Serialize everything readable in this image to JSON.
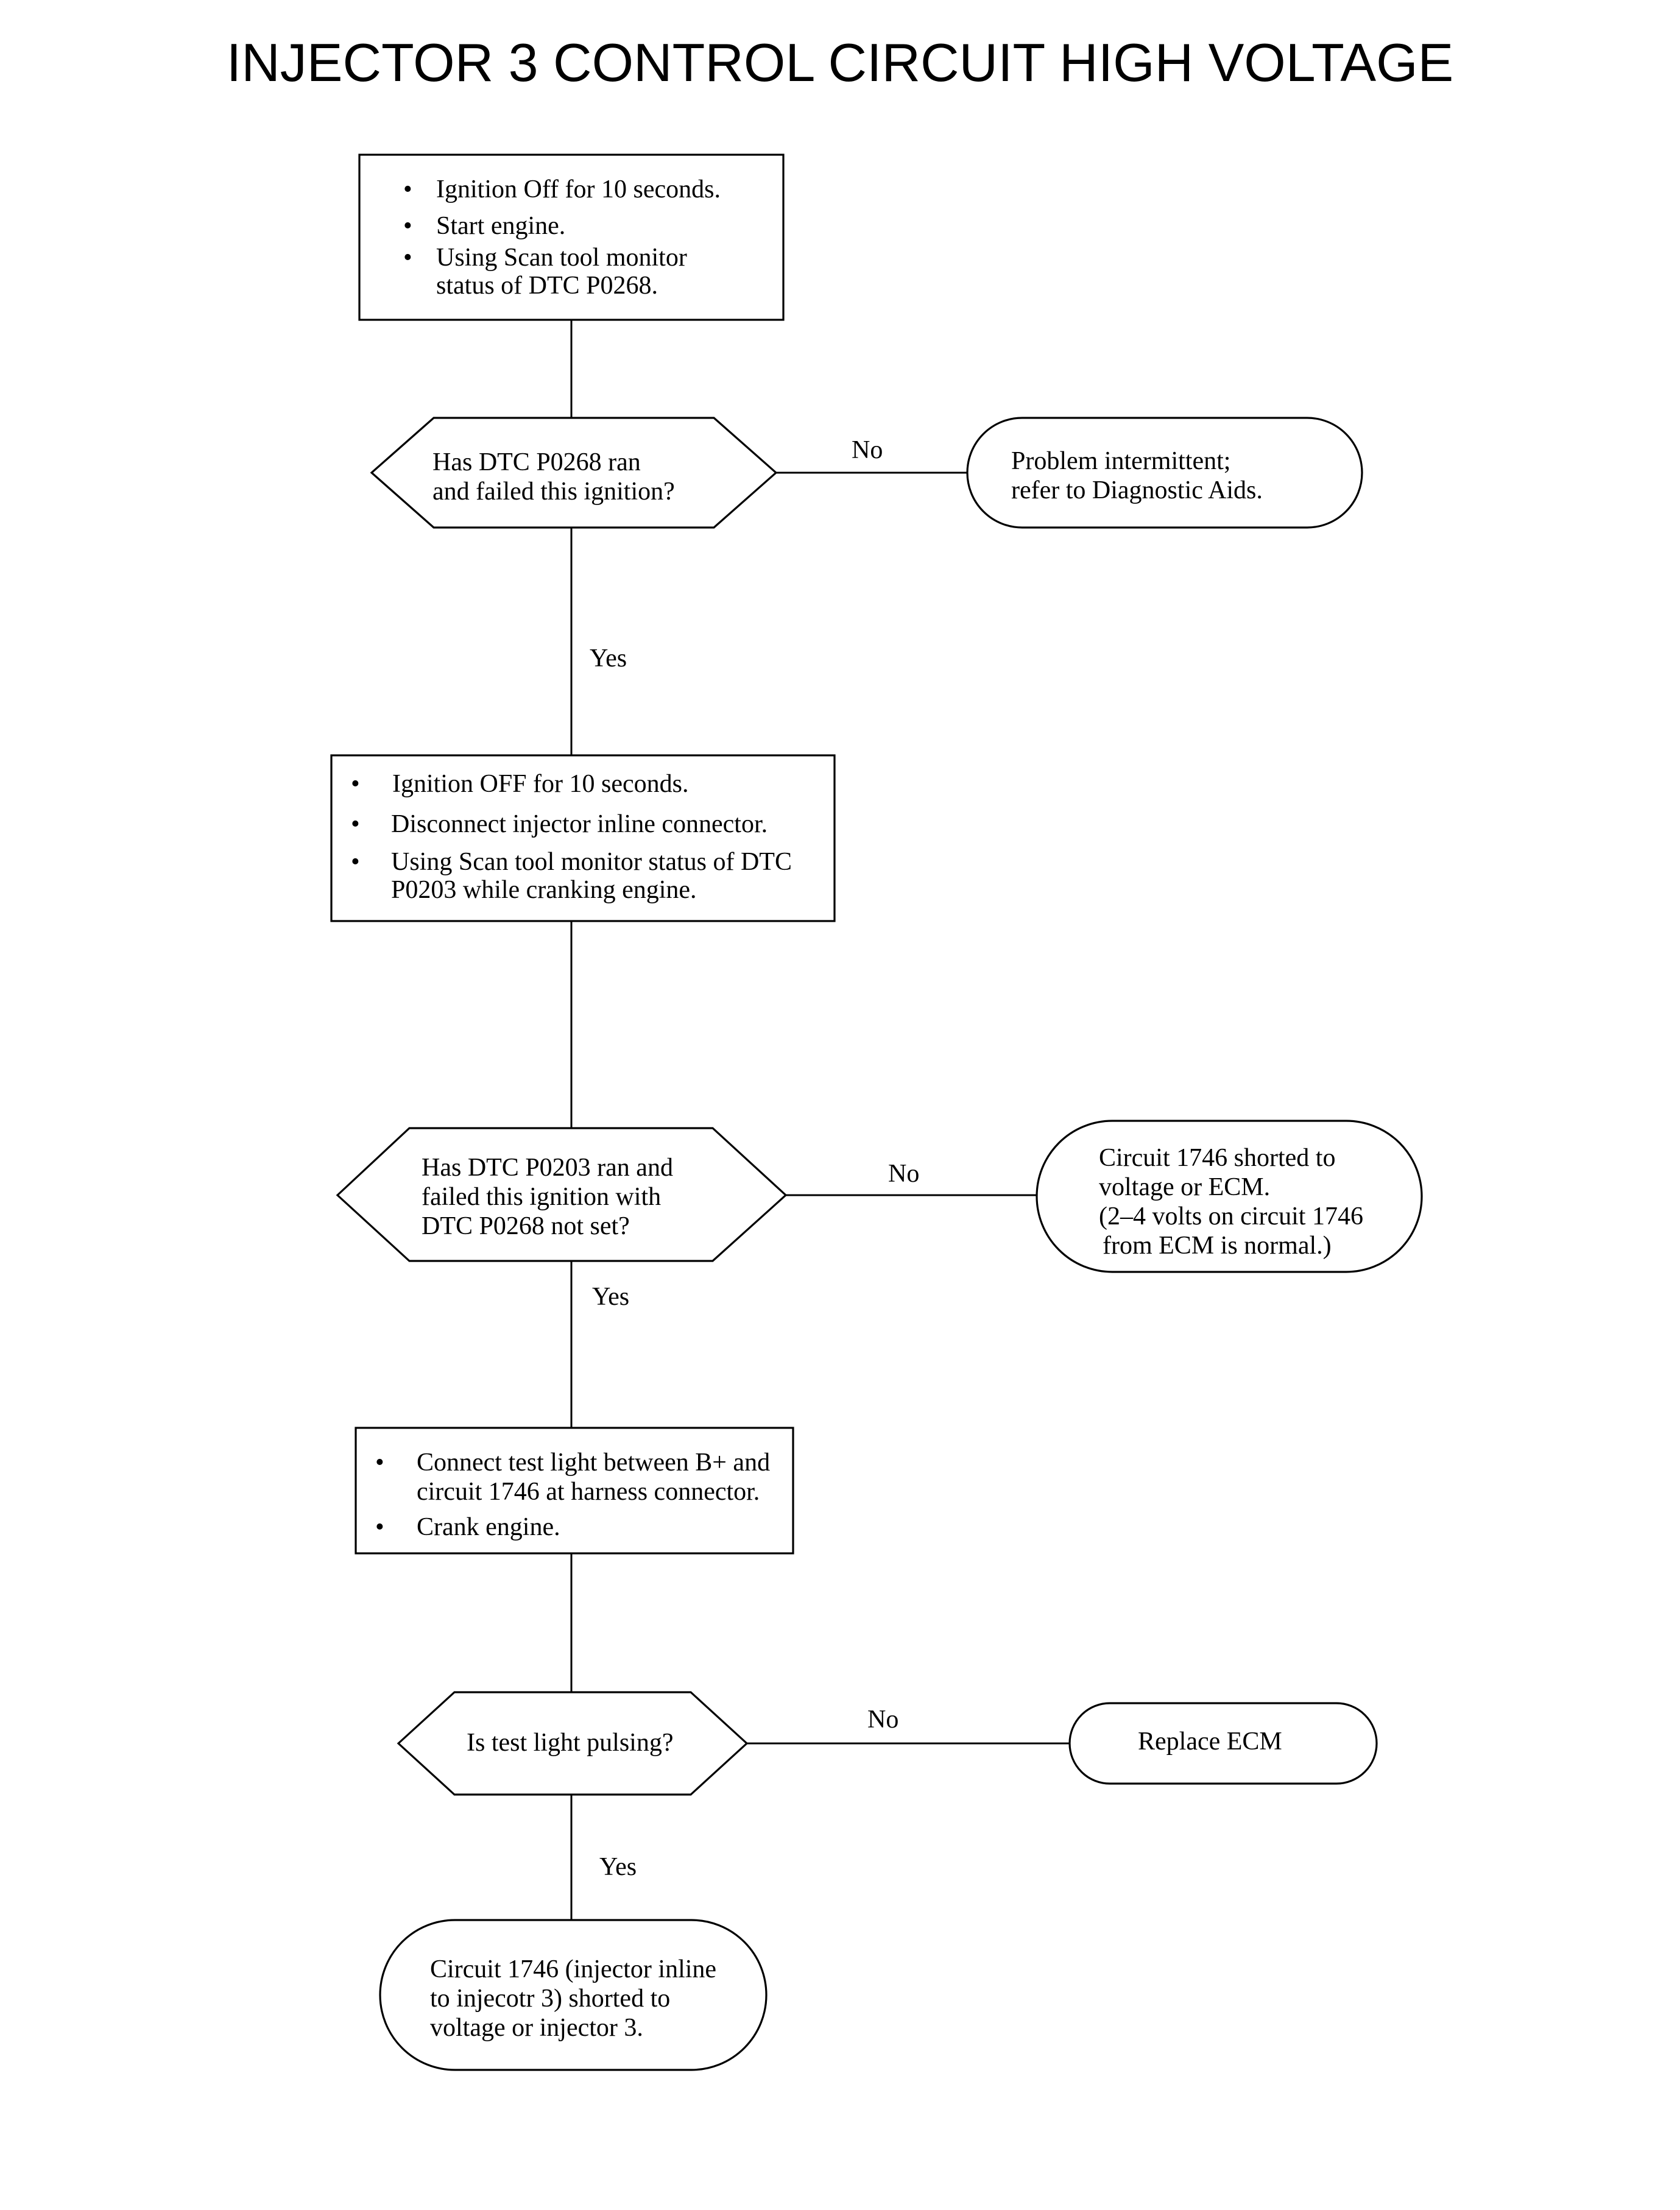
{
  "title": "INJECTOR 3 CONTROL CIRCUIT HIGH VOLTAGE",
  "box1": {
    "lines": [
      "Ignition Off for 10 seconds.",
      "Start engine.",
      "Using Scan tool monitor",
      "status of DTC P0268."
    ]
  },
  "decision1": {
    "lines": [
      "Has DTC P0268 ran",
      "and failed this ignition?"
    ],
    "no_label": "No",
    "yes_label": "Yes"
  },
  "end1": {
    "lines": [
      "Problem intermittent;",
      "refer to Diagnostic Aids."
    ]
  },
  "box2": {
    "lines": [
      "Ignition OFF for 10 seconds.",
      "Disconnect injector inline connector.",
      "Using Scan tool monitor status of DTC",
      "P0203 while cranking engine."
    ]
  },
  "decision2": {
    "lines": [
      "Has DTC P0203 ran and",
      "failed this ignition with",
      "DTC P0268 not set?"
    ],
    "no_label": "No",
    "yes_label": "Yes"
  },
  "end2": {
    "lines": [
      "Circuit 1746 shorted to",
      "voltage or ECM.",
      "(2–4 volts on circuit 1746",
      "from ECM is normal.)"
    ]
  },
  "box3": {
    "lines": [
      "Connect test light between B+ and",
      "circuit 1746 at harness connector.",
      "Crank engine."
    ]
  },
  "decision3": {
    "lines": [
      "Is test light pulsing?"
    ],
    "no_label": "No",
    "yes_label": "Yes"
  },
  "end3": {
    "lines": [
      "Replace ECM"
    ]
  },
  "end4": {
    "lines": [
      "Circuit 1746 (injector inline",
      "to injecotr 3) shorted to",
      "voltage or injector 3."
    ]
  }
}
